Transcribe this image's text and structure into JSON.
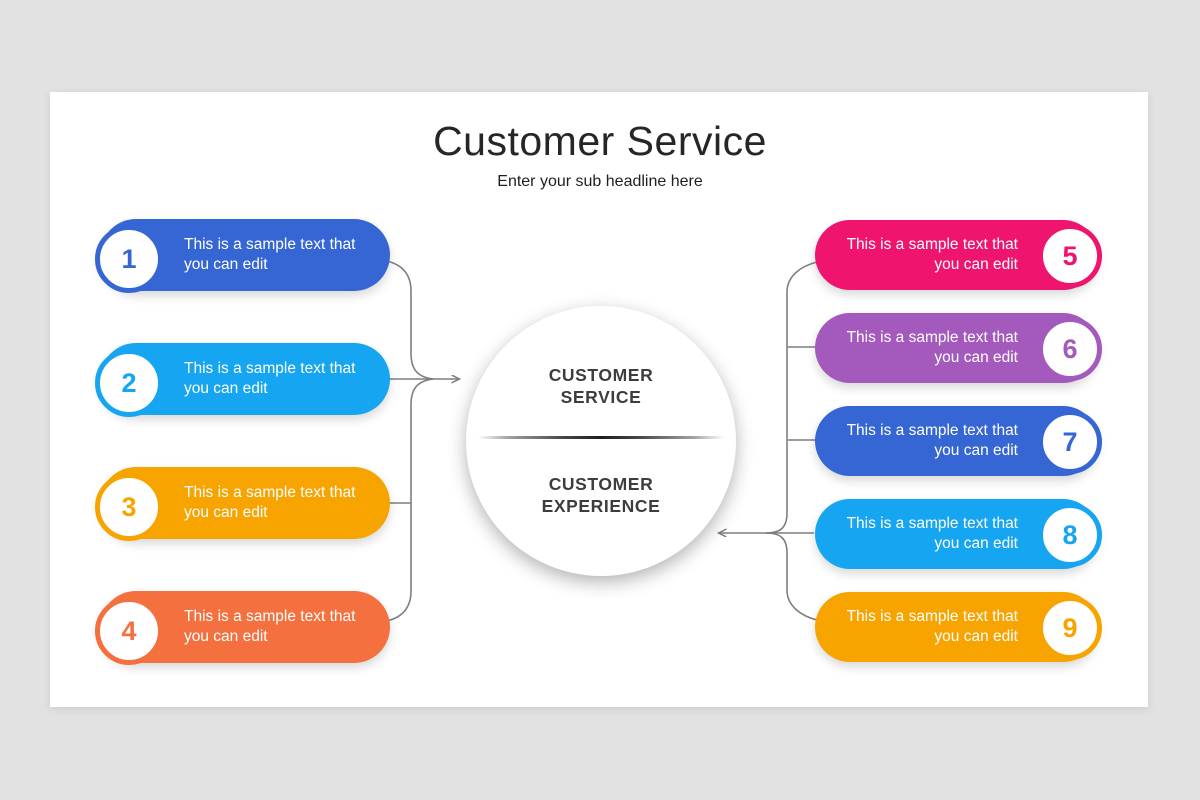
{
  "slide": {
    "title": "Customer Service",
    "subtitle": "Enter your sub headline here"
  },
  "center": {
    "top_label": "CUSTOMER SERVICE",
    "bottom_label": "CUSTOMER EXPERIENCE"
  },
  "left_items": [
    {
      "number": "1",
      "text": "This is a sample text that you can edit",
      "color": "#3566d4"
    },
    {
      "number": "2",
      "text": "This is a sample text that you can edit",
      "color": "#15a5f1"
    },
    {
      "number": "3",
      "text": "This is a sample text that you can edit",
      "color": "#f7a401"
    },
    {
      "number": "4",
      "text": "This is a sample text that you can edit",
      "color": "#f4703e"
    }
  ],
  "right_items": [
    {
      "number": "5",
      "text": "This is a sample text that you can edit",
      "color": "#ef146d"
    },
    {
      "number": "6",
      "text": "This is a sample text that you can edit",
      "color": "#a459bd"
    },
    {
      "number": "7",
      "text": "This is a sample text that you can edit",
      "color": "#3566d4"
    },
    {
      "number": "8",
      "text": "This is a sample text that you can edit",
      "color": "#15a5f1"
    },
    {
      "number": "9",
      "text": "This is a sample text that you can edit",
      "color": "#f7a401"
    }
  ],
  "connectors": {
    "color": "#7f7f7f"
  },
  "background_color": "#e2e2e2",
  "slide_color": "#ffffff"
}
